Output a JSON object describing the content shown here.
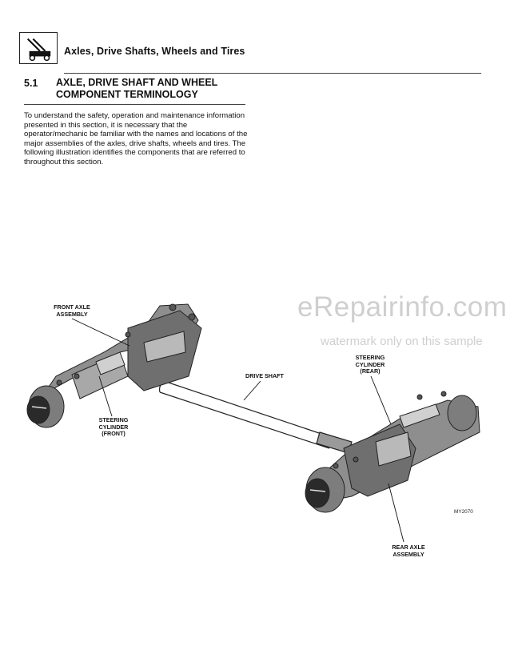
{
  "header": {
    "title": "Axles, Drive Shafts, Wheels and Tires",
    "icon": "hand-truck-icon"
  },
  "section": {
    "number": "5.1",
    "title": "AXLE, DRIVE SHAFT AND WHEEL COMPONENT TERMINOLOGY",
    "body": "To understand the safety, operation and maintenance information presented in this section, it is necessary that the operator/mechanic be familiar with the names and locations of the major assemblies of the axles, drive shafts, wheels and tires. The following illustration identifies the components that are referred to throughout this section."
  },
  "figure": {
    "labels": {
      "front_axle": "FRONT AXLE\nASSEMBLY",
      "steering_front": "STEERING\nCYLINDER\n(FRONT)",
      "drive_shaft": "DRIVE SHAFT",
      "steering_rear": "STEERING\nCYLINDER\n(REAR)",
      "rear_axle": "REAR AXLE\nASSEMBLY"
    },
    "id": "MY2070"
  },
  "watermark": {
    "main": "eRepairinfo.com",
    "sub": "watermark only on this sample"
  }
}
